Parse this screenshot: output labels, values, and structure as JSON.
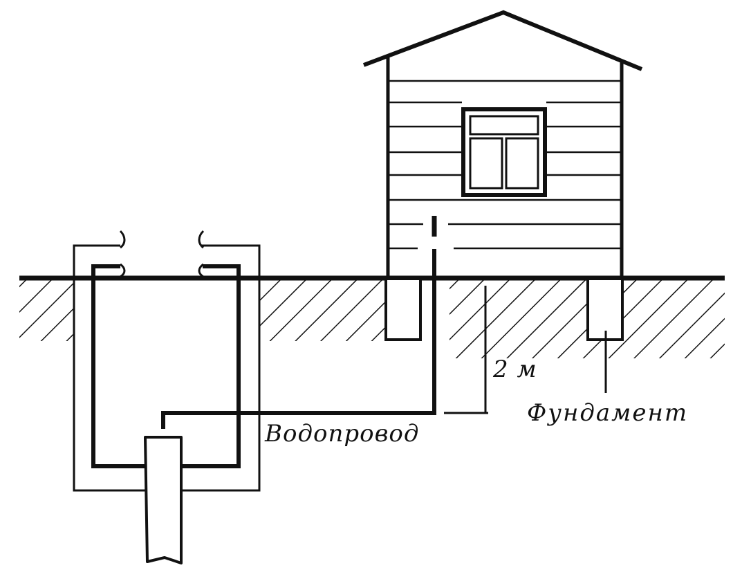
{
  "labels": {
    "pipe": "Водопровод",
    "depth": "2 м",
    "foundation": "Фундамент"
  },
  "colors": {
    "ink": "#111111",
    "background": "#ffffff"
  }
}
